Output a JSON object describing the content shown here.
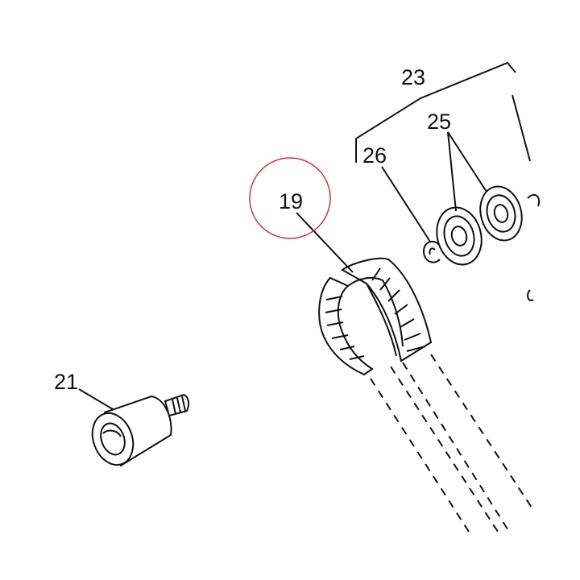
{
  "diagram": {
    "callouts": [
      {
        "id": "belt",
        "number": "19"
      },
      {
        "id": "tensioner-roller",
        "number": "21"
      },
      {
        "id": "bearing-assembly",
        "number": "23"
      },
      {
        "id": "bearings",
        "number": "25"
      },
      {
        "id": "snap-ring",
        "number": "26"
      }
    ],
    "highlight": {
      "target": "19",
      "color": "#c0393b"
    },
    "line_color": "#111111",
    "background": "#ffffff"
  }
}
